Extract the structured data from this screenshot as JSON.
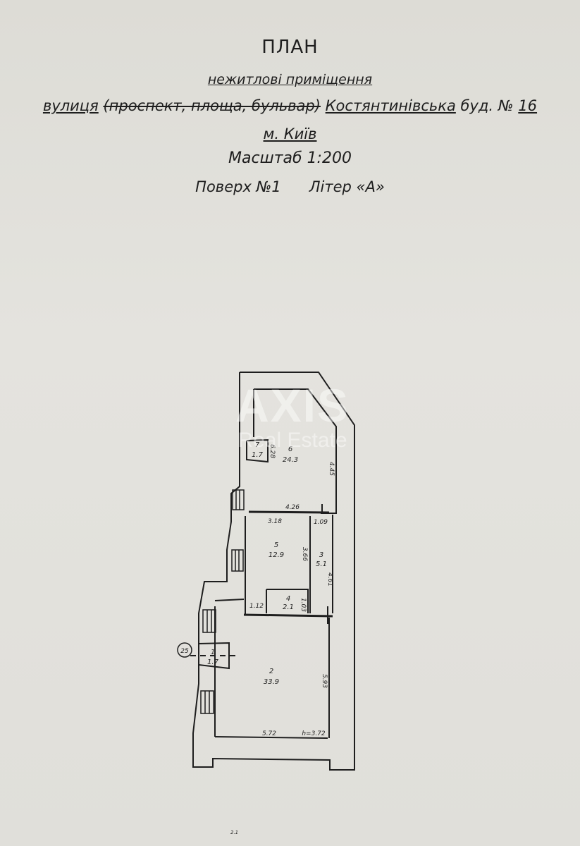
{
  "document": {
    "title": "ПЛАН",
    "subtitle": "нежитлові приміщення",
    "street_label": "вулиця",
    "street_struck": "(проспект, площа, бульвар)",
    "street_name": "Костянтинівська",
    "building_label": "буд. №",
    "building_number": "16",
    "city": "м. Київ",
    "scale_label": "Масштаб 1:200",
    "floor_label": "Поверх №1",
    "letter_label": "Літер «А»"
  },
  "watermark": {
    "main": "AXIS",
    "sub": "Real Estate"
  },
  "plan": {
    "entrance_marker": "25",
    "rooms": [
      {
        "number": "7",
        "area": "1.7"
      },
      {
        "number": "6",
        "area": "24.3"
      },
      {
        "number": "5",
        "area": "12.9"
      },
      {
        "number": "3",
        "area": "5.1"
      },
      {
        "number": "4",
        "area": "2.1"
      },
      {
        "number": "1",
        "area": "1.7"
      },
      {
        "number": "2",
        "area": "33.9"
      }
    ],
    "dimensions": {
      "d_628": "6.28",
      "d_445": "4.45",
      "d_426": "4.26",
      "d_318": "3.18",
      "d_109": "1.09",
      "d_366": "3.66",
      "d_461": "4.61",
      "d_112": "1.12",
      "d_103": "1.03",
      "d_593": "5.93",
      "d_572": "5.72",
      "d_372": "h=3.72"
    }
  },
  "footer": {
    "mark": "2.1"
  }
}
